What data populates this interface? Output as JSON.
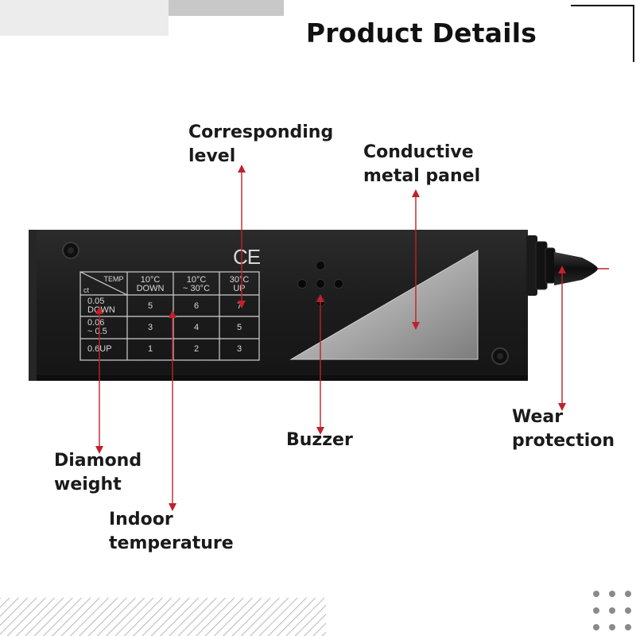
{
  "title": "Product Details",
  "callouts": {
    "corresponding_level": "Corresponding\nlevel",
    "conductive_panel": "Conductive\nmetal panel",
    "diamond_weight": "Diamond\nweight",
    "indoor_temperature": "Indoor\ntemperature",
    "buzzer": "Buzzer",
    "wear_protection": "Wear\nprotection"
  },
  "device": {
    "ce_mark": "CE",
    "table": {
      "corner_temp": "TEMP",
      "corner_ct": "ct",
      "col_headers": [
        "10°C\nDOWN",
        "10°C\n~ 30°C",
        "30°C\nUP"
      ],
      "rows": [
        {
          "label": "0.05\nDOWN",
          "values": [
            "5",
            "6",
            "7"
          ]
        },
        {
          "label": "0.06\n~ 0.5",
          "values": [
            "3",
            "4",
            "5"
          ]
        },
        {
          "label": "0.6UP",
          "values": [
            "1",
            "2",
            "3"
          ]
        }
      ]
    }
  },
  "colors": {
    "arrow": "#c0212b",
    "body": "#1e1e1e",
    "accent_gray": "#c8c8c8"
  }
}
